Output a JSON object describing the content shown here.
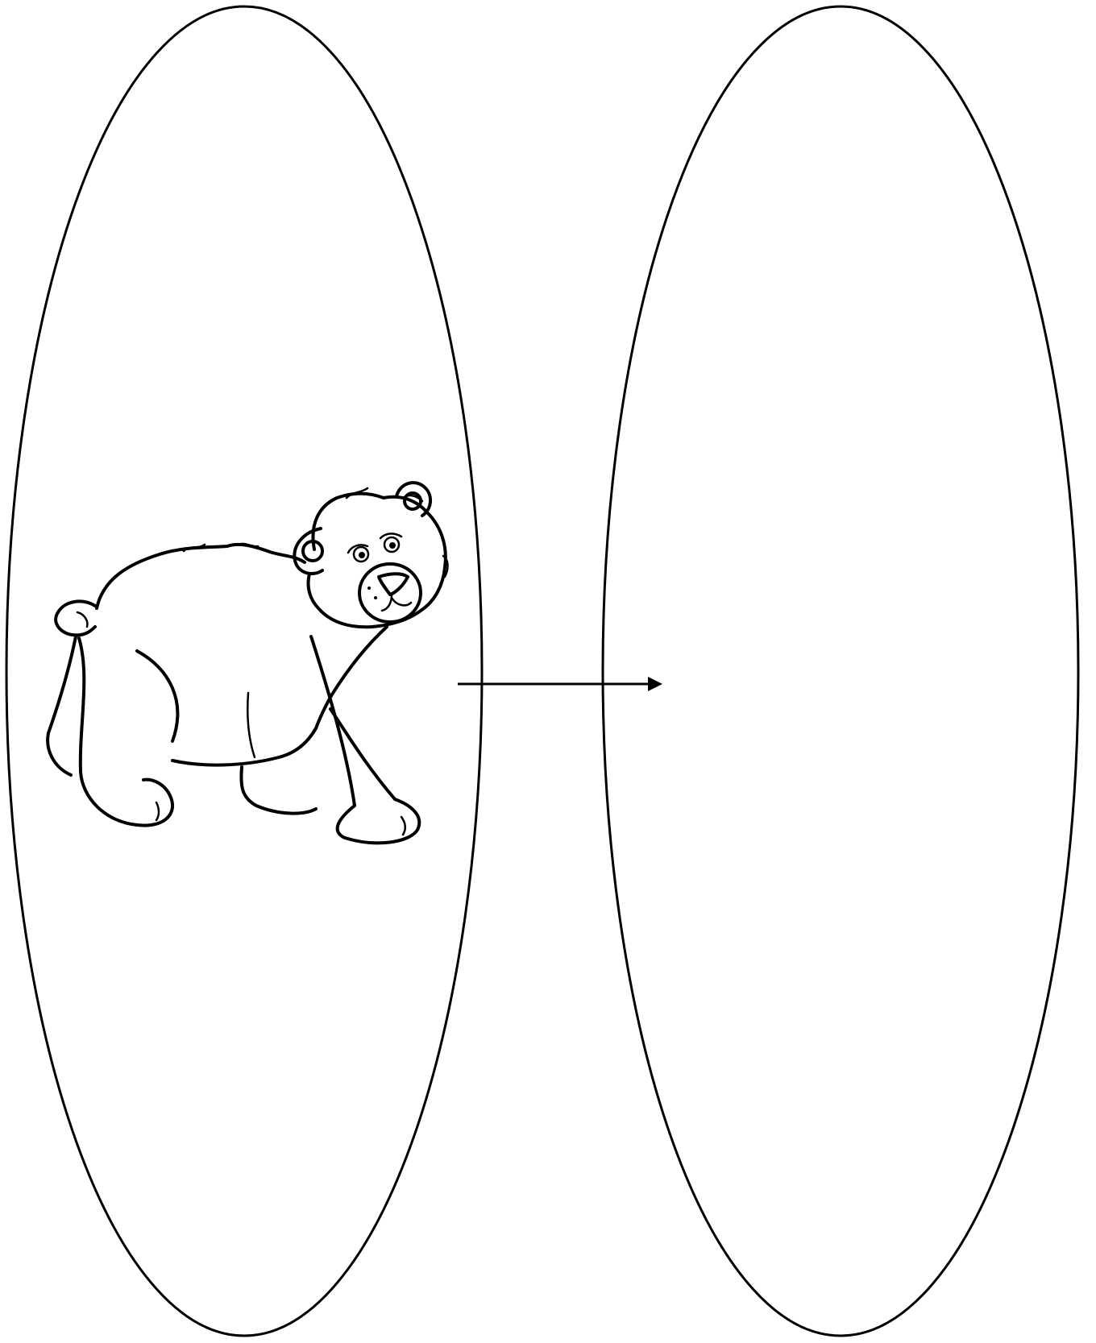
{
  "diagram": {
    "type": "mapping",
    "nodes": [
      {
        "id": "left-oval",
        "content": "bear-illustration"
      },
      {
        "id": "right-oval",
        "content": ""
      }
    ],
    "edges": [
      {
        "from": "left-oval",
        "to": "right-oval",
        "style": "arrow"
      }
    ],
    "colors": {
      "stroke": "#000000",
      "background": "#ffffff"
    }
  }
}
